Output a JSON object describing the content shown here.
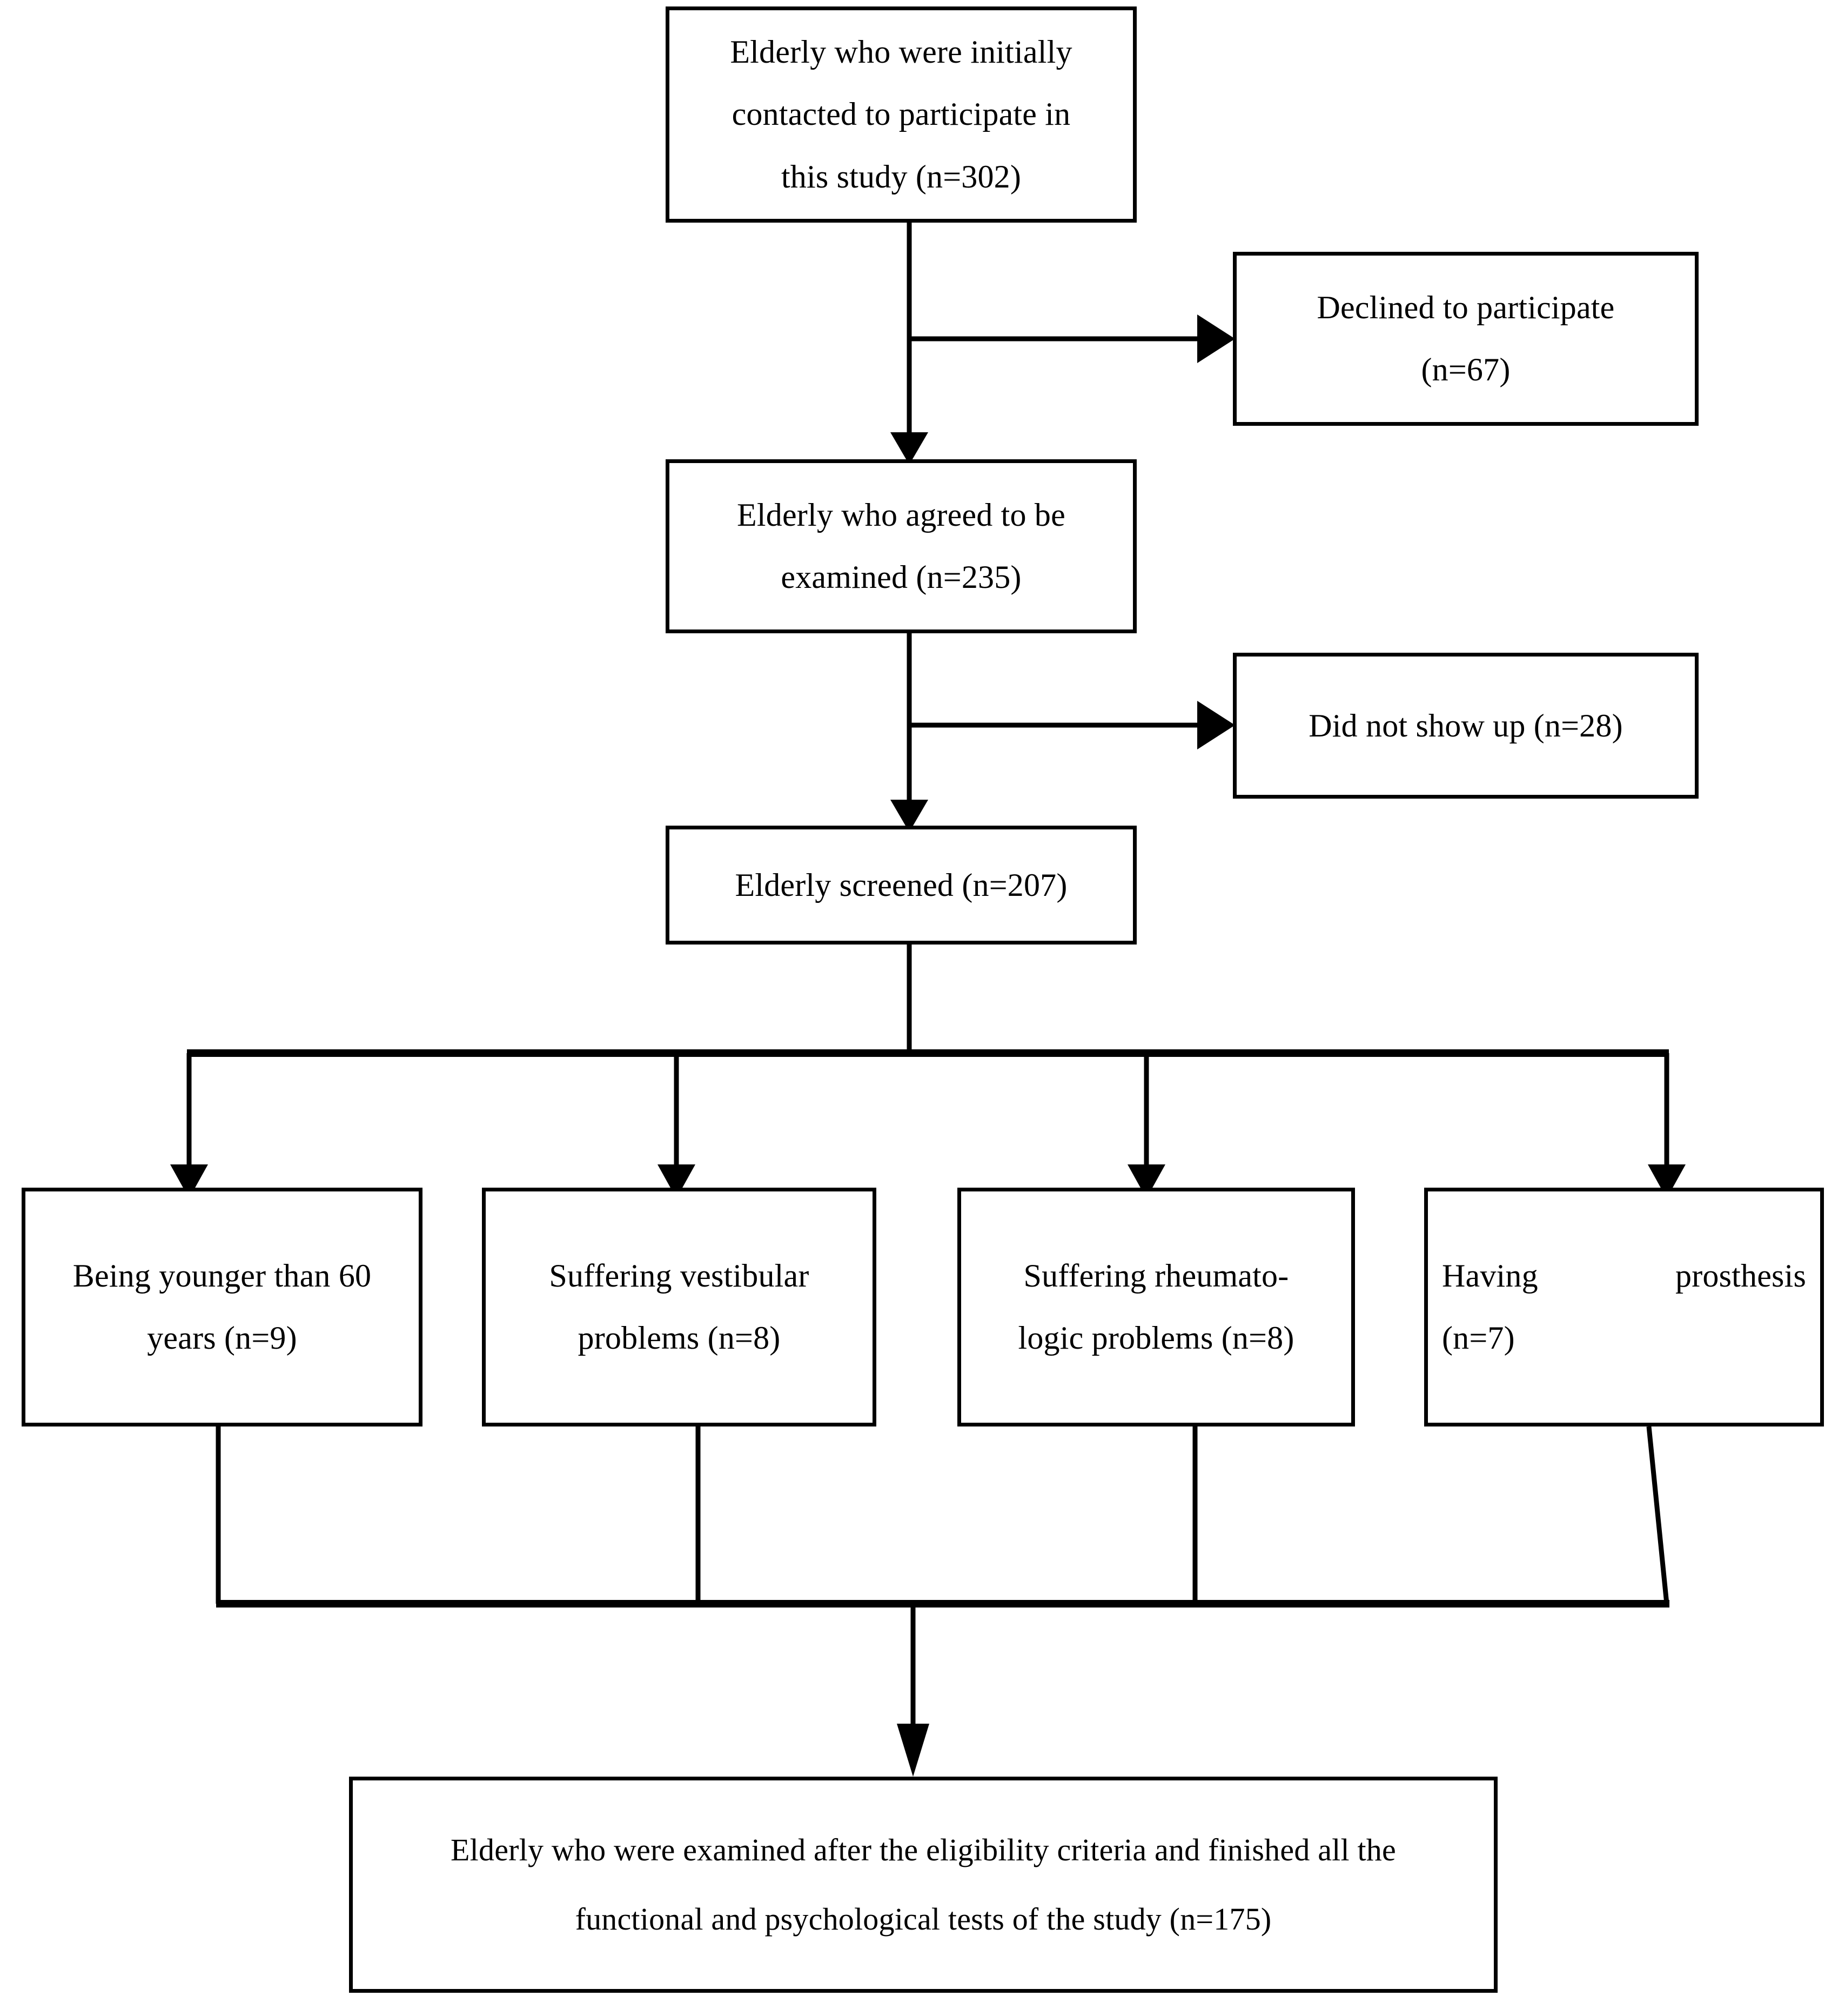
{
  "diagram": {
    "type": "participant-flow-diagram",
    "title": "",
    "orientation": "top-to-bottom",
    "colors": {
      "background": "#ffffff",
      "box_border": "#000000",
      "connector": "#000000",
      "text": "#000000"
    },
    "nodes": [
      {
        "id": "initial-contact",
        "role": "enrollment",
        "lines": [
          "Elderly who were initially",
          "contacted to participate in",
          "this study (n=302)"
        ],
        "n_label": "n=302",
        "n_value": 302
      },
      {
        "id": "declined",
        "role": "exclusion",
        "lines": [
          "Declined to participate",
          "(n=67)"
        ],
        "n_label": "n=67",
        "n_value": 67
      },
      {
        "id": "agreed",
        "role": "enrollment",
        "lines": [
          "Elderly who agreed to be",
          "examined (n=235)"
        ],
        "n_label": "n=235",
        "n_value": 235
      },
      {
        "id": "no-show",
        "role": "exclusion",
        "lines": [
          "Did not show up (n=28)"
        ],
        "n_label": "n=28",
        "n_value": 28
      },
      {
        "id": "screened",
        "role": "enrollment",
        "lines": [
          "Elderly screened (n=207)"
        ],
        "n_label": "n=207",
        "n_value": 207
      },
      {
        "id": "excl-age",
        "role": "exclusion-criterion",
        "lines": [
          "Being younger than 60",
          "years (n=9)"
        ],
        "n_label": "n=9",
        "n_value": 9
      },
      {
        "id": "excl-vestibular",
        "role": "exclusion-criterion",
        "lines": [
          "Suffering vestibular",
          "problems (n=8)"
        ],
        "n_label": "n=8",
        "n_value": 8
      },
      {
        "id": "excl-rheuma",
        "role": "exclusion-criterion",
        "lines": [
          "Suffering rheumato-",
          "logic problems (n=8)"
        ],
        "n_label": "n=8",
        "n_value": 8
      },
      {
        "id": "excl-prosthesis",
        "role": "exclusion-criterion",
        "lines": [
          "Having      prosthesis",
          "(n=7)"
        ],
        "n_label": "n=7",
        "n_value": 7
      },
      {
        "id": "final",
        "role": "analysis",
        "lines": [
          "Elderly who were examined after the eligibility criteria and finished all the",
          "functional and psychological tests of the study (n=175)"
        ],
        "n_label": "n=175",
        "n_value": 175
      }
    ],
    "edges": [
      {
        "from": "initial-contact",
        "to": "declined",
        "style": "elbow-right-arrow"
      },
      {
        "from": "initial-contact",
        "to": "agreed",
        "style": "straight-down-arrow"
      },
      {
        "from": "agreed",
        "to": "no-show",
        "style": "elbow-right-arrow"
      },
      {
        "from": "agreed",
        "to": "screened",
        "style": "straight-down-arrow"
      },
      {
        "from": "screened",
        "to": "excl-age",
        "style": "fan-out-arrow"
      },
      {
        "from": "screened",
        "to": "excl-vestibular",
        "style": "fan-out-arrow"
      },
      {
        "from": "screened",
        "to": "excl-rheuma",
        "style": "fan-out-arrow"
      },
      {
        "from": "screened",
        "to": "excl-prosthesis",
        "style": "fan-out-arrow"
      },
      {
        "from": "excl-age",
        "to": "final",
        "style": "fan-in"
      },
      {
        "from": "excl-vestibular",
        "to": "final",
        "style": "fan-in"
      },
      {
        "from": "excl-rheuma",
        "to": "final",
        "style": "fan-in"
      },
      {
        "from": "excl-prosthesis",
        "to": "final",
        "style": "fan-in-arrow"
      }
    ]
  },
  "nodes": {
    "initial_contact": {
      "line1": "Elderly who were initially",
      "line2": "contacted to participate in",
      "line3": "this study (n=302)"
    },
    "declined": {
      "line1": "Declined to participate",
      "line2": "(n=67)"
    },
    "agreed": {
      "line1": "Elderly who agreed to be",
      "line2": "examined (n=235)"
    },
    "no_show": {
      "line1": "Did not show up (n=28)"
    },
    "screened": {
      "line1": "Elderly screened (n=207)"
    },
    "excl_age": {
      "line1": "Being younger than 60",
      "line2": "years (n=9)"
    },
    "excl_vestibular": {
      "line1": "Suffering vestibular",
      "line2": "problems (n=8)"
    },
    "excl_rheuma": {
      "line1": "Suffering rheumato-",
      "line2": "logic problems (n=8)"
    },
    "excl_prosthesis": {
      "line1": "Having      prosthesis",
      "line2": "(n=7)"
    },
    "final": {
      "line1": "Elderly who were examined after the eligibility criteria and finished all the",
      "line2": "functional and psychological tests of the study (n=175)"
    }
  }
}
